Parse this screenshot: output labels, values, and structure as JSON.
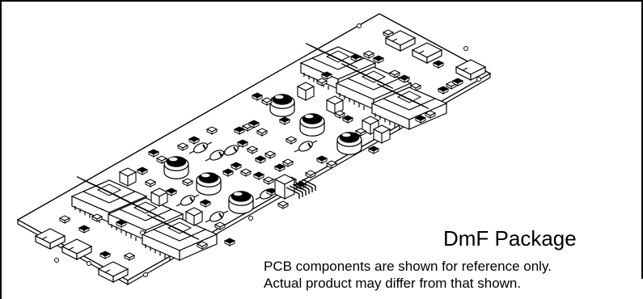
{
  "package": {
    "title": "DmF Package",
    "note_line1": "PCB components are shown for reference only.",
    "note_line2": "Actual product may differ from that shown."
  },
  "colors": {
    "line": "#000000",
    "background": "#ffffff",
    "component_dark": "#000000"
  },
  "icons": {
    "board": "pcb-board-icon",
    "transformer": "transformer-icon",
    "capacitor": "capacitor-icon",
    "connector": "connector-icon",
    "header": "pin-header-icon"
  }
}
